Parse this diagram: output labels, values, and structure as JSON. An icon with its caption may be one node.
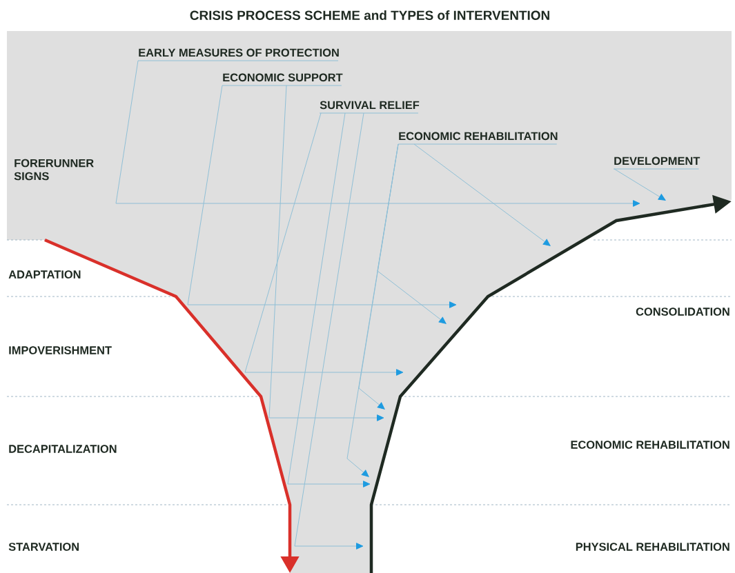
{
  "diagram": {
    "title": "CRISIS PROCESS SCHEME and TYPES of INTERVENTION",
    "nodes": [
      {
        "text": [
          "EARLY MEASURES OF PROTECTION"
        ]
      },
      {
        "text": [
          "ECONOMIC SUPPORT"
        ]
      },
      {
        "text": [
          "SURVIVAL RELIEF"
        ]
      },
      {
        "text": [
          "ECONOMIC REHABILITATION"
        ]
      },
      {
        "text": [
          "DEVELOPMENT"
        ]
      }
    ],
    "edges": [
      {
        "from": 0,
        "to": null,
        "arrow": "to"
      },
      {
        "from": 1,
        "to": null,
        "arrow": "to"
      },
      {
        "from": 1,
        "to": null,
        "arrow": "to"
      },
      {
        "from": 2,
        "to": null,
        "arrow": "to"
      },
      {
        "from": 2,
        "to": null,
        "arrow": "to"
      },
      {
        "from": 2,
        "to": null,
        "arrow": "to"
      },
      {
        "from": 3,
        "to": null,
        "arrow": "to"
      },
      {
        "from": 3,
        "to": null,
        "arrow": "to"
      },
      {
        "from": 3,
        "to": null,
        "arrow": "to"
      },
      {
        "from": 3,
        "to": null,
        "arrow": "to"
      },
      {
        "from": 4,
        "to": null,
        "arrow": "to"
      }
    ],
    "labels": [
      "FORERUNNER SIGNS",
      "ADAPTATION",
      "IMPOVERISHMENT",
      "CONSOLIDATION",
      "DECAPITALIZATION",
      "ECONOMIC REHABILITATION",
      "STARVATION",
      "PHYSICAL REHABILITATION"
    ]
  }
}
